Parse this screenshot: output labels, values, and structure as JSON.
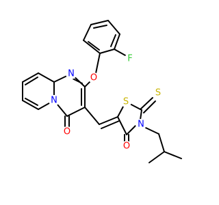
{
  "colors": {
    "bond": "#000000",
    "N": "#0000ff",
    "O": "#ff0000",
    "S": "#c8b400",
    "F": "#33cc33"
  },
  "atoms": [
    {
      "id": "F",
      "label": "F",
      "element": "F"
    },
    {
      "id": "O1",
      "label": "O",
      "element": "O"
    },
    {
      "id": "N1",
      "label": "N",
      "element": "N"
    },
    {
      "id": "N2",
      "label": "N",
      "element": "N"
    },
    {
      "id": "O2",
      "label": "O",
      "element": "O"
    },
    {
      "id": "S1",
      "label": "S",
      "element": "S"
    },
    {
      "id": "S2",
      "label": "S",
      "element": "S"
    },
    {
      "id": "N3",
      "label": "N",
      "element": "N"
    },
    {
      "id": "O3",
      "label": "O",
      "element": "O"
    }
  ]
}
